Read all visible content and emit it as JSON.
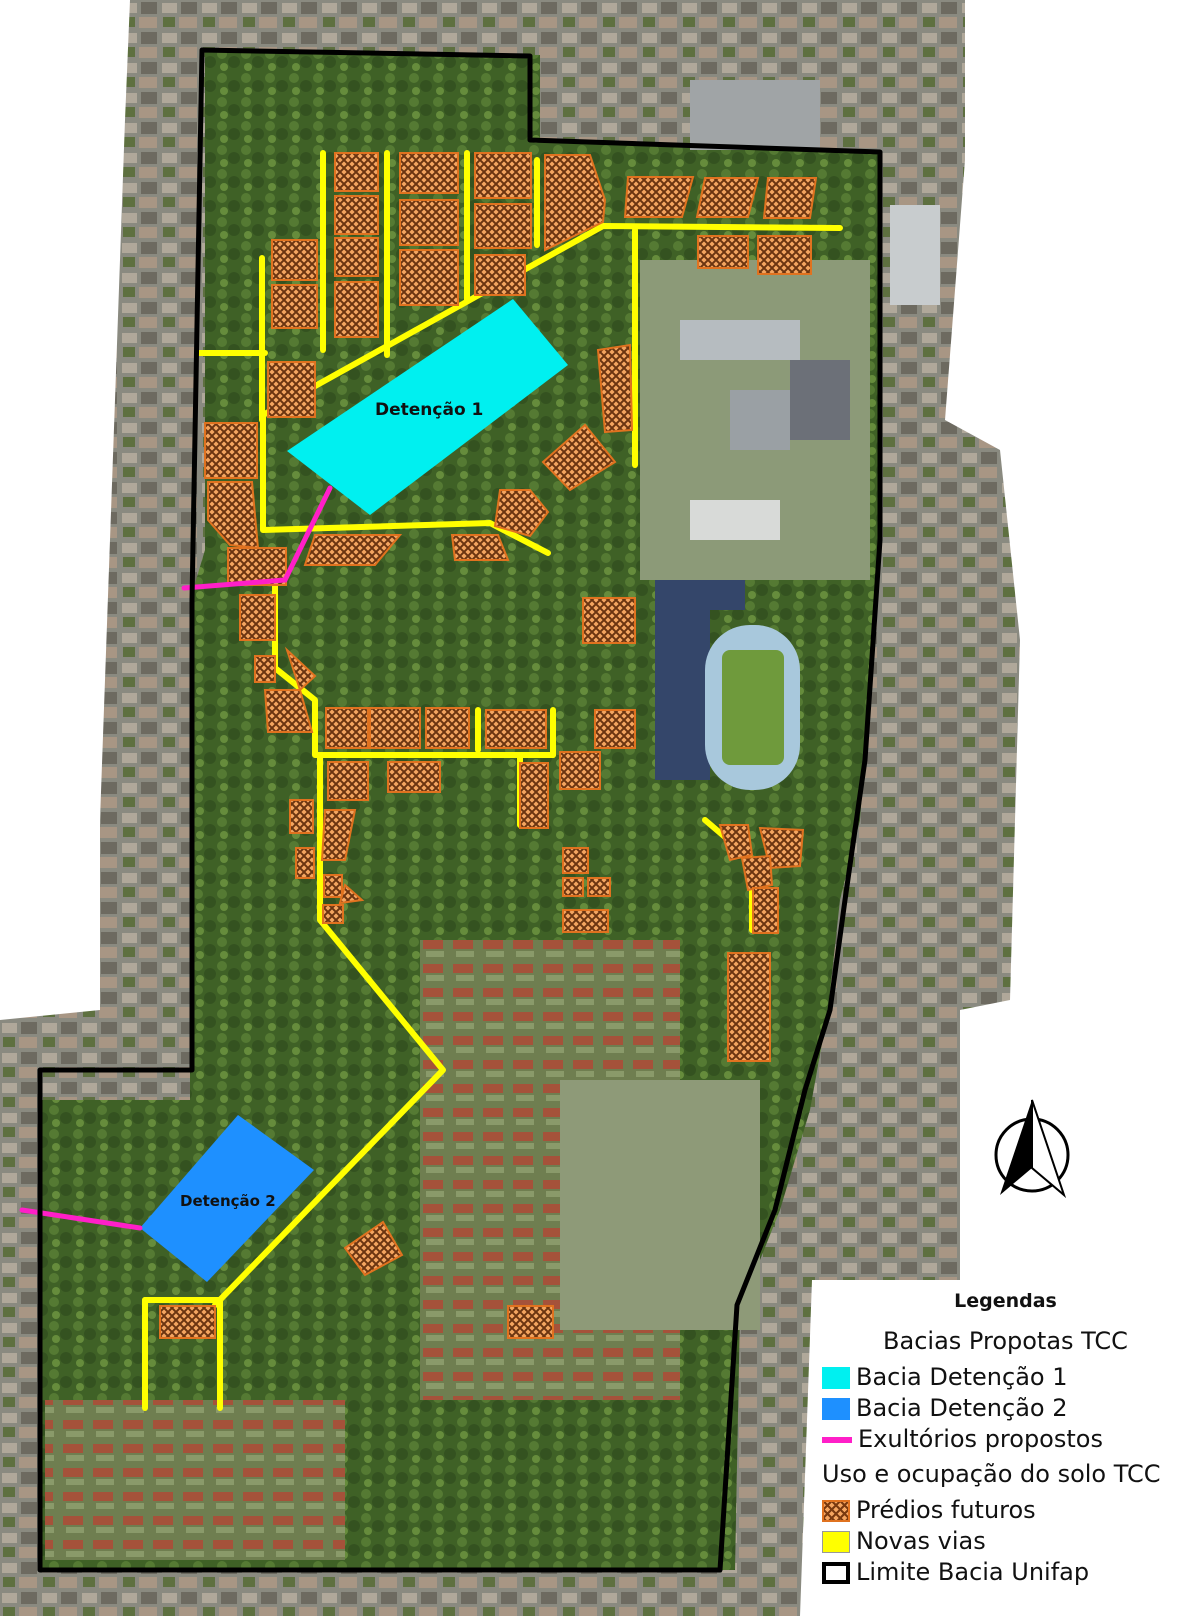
{
  "labels": {
    "detencao1": "Detenção 1",
    "detencao2": "Detenção 2"
  },
  "legend": {
    "title": "Legendas",
    "group1": "Bacias Propotas TCC",
    "items1": [
      {
        "label": "Bacia Detenção 1",
        "color": "#00f0f0"
      },
      {
        "label": "Bacia Detenção 2",
        "color": "#1e90ff"
      },
      {
        "label": "Exultórios propostos",
        "color": "#ff1fc8"
      }
    ],
    "group2": "Uso e ocupação do solo TCC",
    "items2": [
      {
        "label": "Prédios futuros",
        "color": "#f4a560"
      },
      {
        "label": "Novas vias",
        "color": "#ffff00"
      },
      {
        "label": "Limite Bacia Unifap",
        "color": "#000000"
      }
    ]
  },
  "colors": {
    "detention1": "#00f0f0",
    "detention2": "#1e90ff",
    "outlet": "#ff1fc8",
    "road": "#ffff00",
    "building": "#f4a560",
    "boundary": "#000000",
    "vegetation": "#4a6b2e"
  },
  "icons": {
    "north": "north-arrow-icon"
  }
}
